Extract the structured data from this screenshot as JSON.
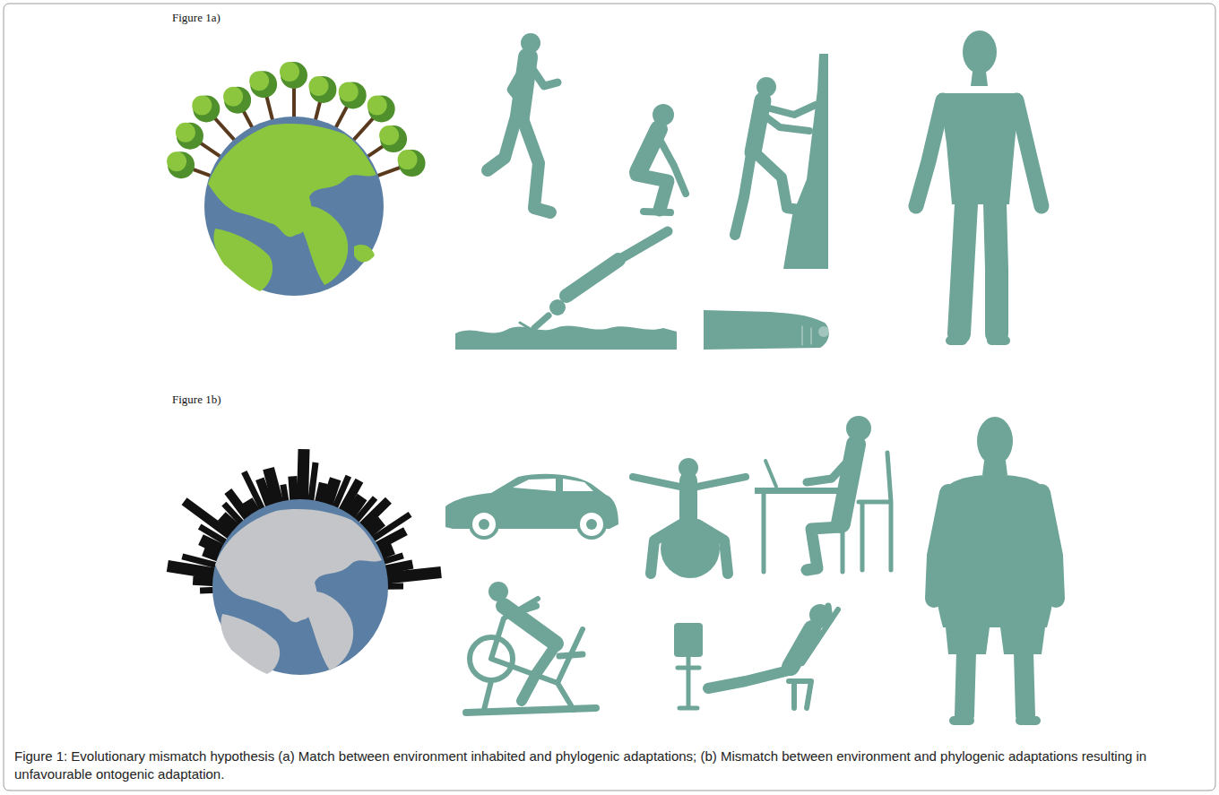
{
  "diagram": {
    "caption": "Figure 1: Evolutionary mismatch hypothesis (a) Match between environment inhabited and phylogenic adaptations; (b) Mismatch between environment and phylogenic adaptations resulting in unfavourable ontogenic adaptation.",
    "labels": [
      "Figure 1a)",
      "Figure 1b)"
    ]
  }
}
